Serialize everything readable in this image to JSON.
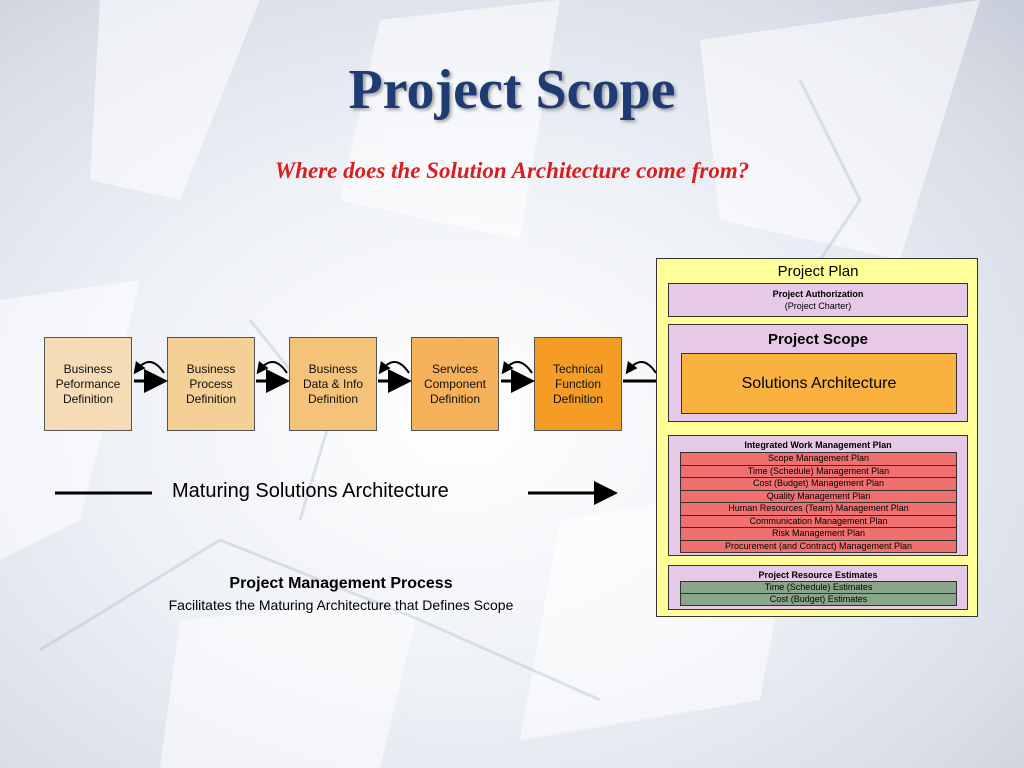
{
  "title": "Project Scope",
  "subtitle": "Where does the Solution Architecture come from?",
  "steps": [
    {
      "label": "Business\nPeformance\nDefinition",
      "color": "#f5dcb6"
    },
    {
      "label": "Business\nProcess\nDefinition",
      "color": "#f4cf96"
    },
    {
      "label": "Business\nData & Info\nDefinition",
      "color": "#f5c27a"
    },
    {
      "label": "Services\nComponent\nDefinition",
      "color": "#f5b25a"
    },
    {
      "label": "Technical\nFunction\nDefinition",
      "color": "#f49c25"
    }
  ],
  "maturing_label": "Maturing Solutions Architecture",
  "process": {
    "title": "Project Management Process",
    "subtitle": "Facilitates the Maturing Architecture that Defines Scope"
  },
  "plan": {
    "title": "Project Plan",
    "authorization": {
      "line1": "Project Authorization",
      "line2": "(Project Charter)"
    },
    "scope_title": "Project Scope",
    "solutions": "Solutions Architecture",
    "iwmp_title": "Integrated Work Management Plan",
    "iwmp_items": [
      "Scope Management Plan",
      "Time (Schedule) Management Plan",
      "Cost (Budget) Management Plan",
      "Quality Management Plan",
      "Human Resources (Team) Management Plan",
      "Communication Management Plan",
      "Risk Management Plan",
      "Procurement (and Contract) Management Plan"
    ],
    "resources_title": "Project Resource Estimates",
    "resources_items": [
      "Time (Schedule) Estimates",
      "Cost (Budget) Estimates"
    ]
  },
  "colors": {
    "title": "#1f3b73",
    "subtitle": "#d81e1e",
    "plan_bg": "#ffff99",
    "lavender": "#e6c9e6",
    "solutions_bg": "#f9b13f",
    "plan_row_red": "#f07070",
    "estimate_row_green": "#8aa68a"
  }
}
